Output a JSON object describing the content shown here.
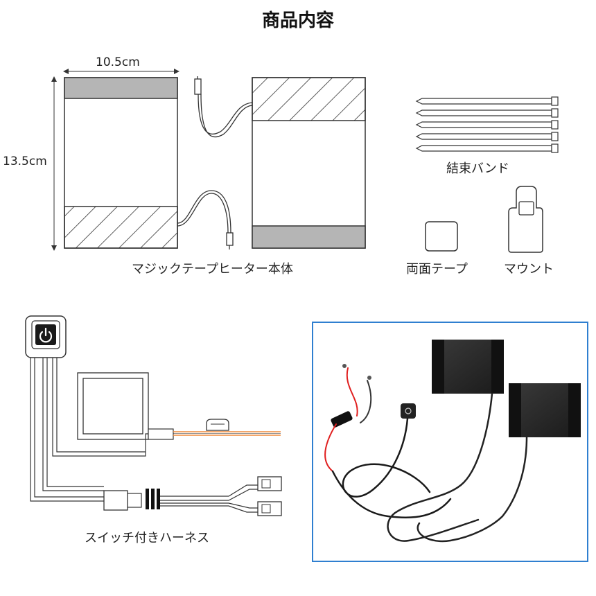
{
  "title": "商品内容",
  "dimensions": {
    "width": "10.5cm",
    "height": "13.5cm"
  },
  "labels": {
    "heater": "マジックテープヒーター本体",
    "cable_ties": "結束バンド",
    "double_sided_tape": "両面テープ",
    "mount": "マウント",
    "switch_harness": "スイッチ付きハーネス"
  },
  "icons": {
    "power": "power-icon"
  },
  "colors": {
    "pad_gray": "#b5b5b5",
    "outline": "#333333",
    "photo_frame": "#2f7fd0",
    "wire_orange": "#f08a3a",
    "wire_red": "#e02020"
  }
}
